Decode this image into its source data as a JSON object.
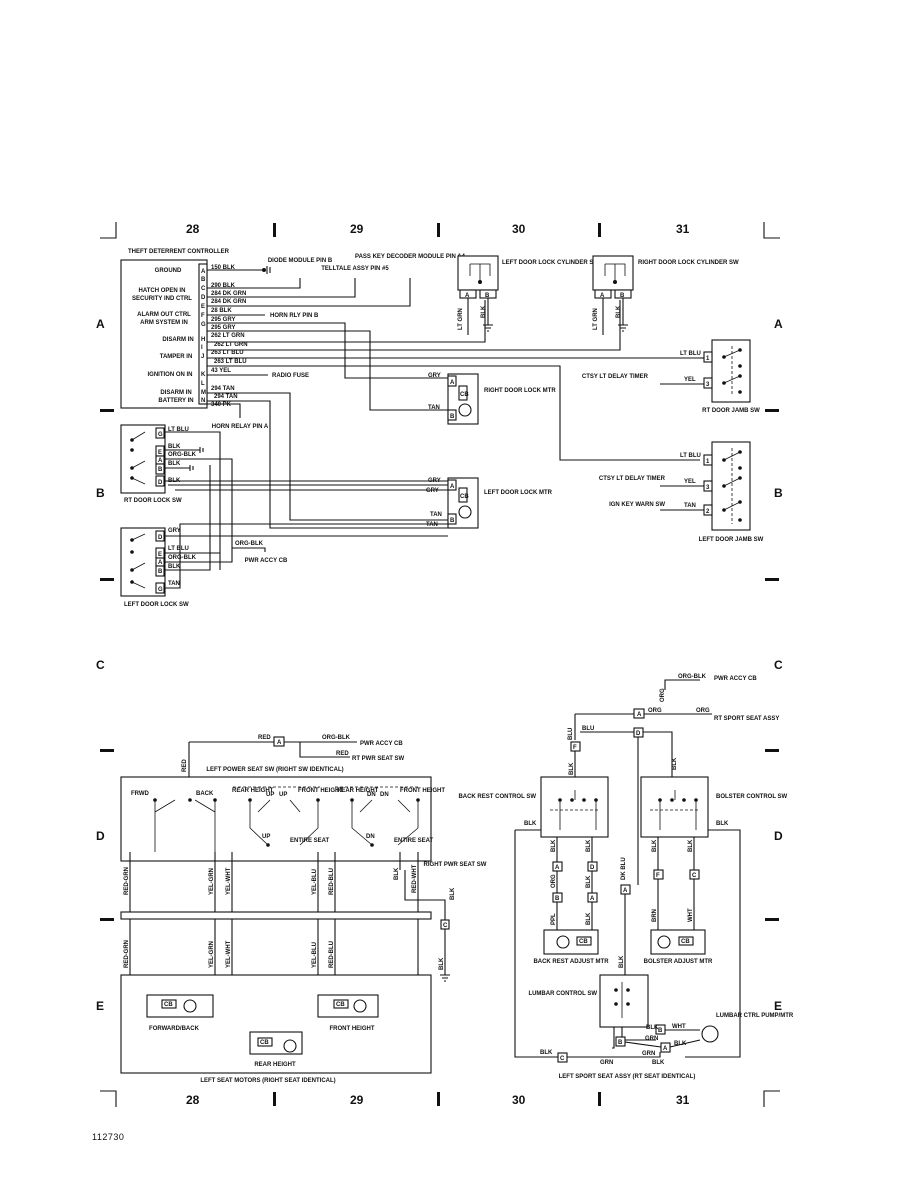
{
  "grid": {
    "columns_top": [
      "28",
      "29",
      "30",
      "31"
    ],
    "columns_bottom": [
      "28",
      "29",
      "30",
      "31"
    ],
    "rows_left": [
      "A",
      "B",
      "C",
      "D",
      "E"
    ],
    "rows_right": [
      "A",
      "B",
      "C",
      "D",
      "E"
    ]
  },
  "figure_id": "112730",
  "controller": {
    "title": "THEFT DETERRENT CONTROLLER",
    "functions": [
      "GROUND",
      "HATCH OPEN IN",
      "SECURITY IND CTRL",
      "ALARM OUT CTRL",
      "ARM SYSTEM IN",
      "DISARM IN",
      "TAMPER IN",
      "IGNITION ON IN",
      "DISARM IN",
      "BATTERY IN"
    ],
    "pins": [
      "A",
      "B",
      "C",
      "D",
      "E",
      "F",
      "G",
      "H",
      "I",
      "J",
      "K",
      "L",
      "M",
      "N"
    ],
    "wires": [
      "150 BLK",
      "290 BLK",
      "284 DK GRN",
      "284 DK GRN",
      "28 BLK",
      "295 GRY",
      "295 GRY",
      "262 LT GRN",
      "262 LT GRN",
      "263 LT BLU",
      "263 LT BLU",
      "43 YEL",
      "294 TAN",
      "294 TAN",
      "340 PK"
    ]
  },
  "connectors_top": {
    "diode_module": "DIODE MODULE PIN B",
    "telltale": "TELLTALE ASSY PIN #5",
    "pass_key": "PASS KEY DECODER MODULE PIN A4",
    "horn_rly": "HORN RLY PIN B",
    "radio_fuse": "RADIO FUSE",
    "horn_relay_a": "HORN RELAY PIN A"
  },
  "switches": {
    "left_cyl": "LEFT DOOR LOCK CYLINDER SW",
    "right_cyl": "RIGHT DOOR LOCK CYLINDER SW",
    "rt_door_lock": "RT DOOR LOCK SW",
    "left_door_lock": "LEFT DOOR LOCK SW",
    "right_door_lock_mtr": "RIGHT DOOR LOCK MTR",
    "left_door_lock_mtr": "LEFT DOOR LOCK MTR",
    "rt_jamb": "RT DOOR JAMB SW",
    "left_jamb": "LEFT DOOR JAMB SW",
    "ctsy_lt_delay": "CTSY LT DELAY TIMER",
    "ign_key_warn": "IGN KEY WARN SW",
    "pwr_accy_cb": "PWR ACCY CB"
  },
  "wire_colors": {
    "lt_grn": "LT GRN",
    "blk": "BLK",
    "lt_blu": "LT BLU",
    "yel": "YEL",
    "gry": "GRY",
    "tan": "TAN",
    "org_blk": "ORG-BLK",
    "red": "RED",
    "blu": "BLU",
    "org": "ORG",
    "dk_blu": "DK BLU",
    "ppl": "PPL",
    "brn": "BRN",
    "wht": "WHT",
    "grn": "GRN",
    "red_grn": "RED-GRN",
    "yel_grn": "YEL-GRN",
    "yel_wht": "YEL-WHT",
    "yel_blu": "YEL-BLU",
    "red_blu": "RED-BLU",
    "red_wht": "RED-WHT"
  },
  "pin_letters": {
    "a": "A",
    "b": "B",
    "c": "C",
    "d": "D",
    "e": "E",
    "f": "F",
    "g": "G",
    "cb": "CB",
    "n1": "1",
    "n2": "2",
    "n3": "3"
  },
  "seat_left": {
    "pwr_accy": "PWR ACCY CB",
    "rt_pwr_seat": "RT PWR SEAT SW",
    "switch_title": "LEFT POWER SEAT SW (RIGHT SW IDENTICAL)",
    "frwd": "FRWD",
    "back": "BACK",
    "rear_height": "REAR HEIGHT",
    "up": "UP",
    "front_height": "FRONT HEIGHT",
    "dn": "DN",
    "entire_seat": "ENTIRE SEAT",
    "right_pwr_seat_sw": "RIGHT PWR SEAT SW",
    "motor_fb": "FORWARD/BACK",
    "motor_fh": "FRONT HEIGHT",
    "motor_rh": "REAR HEIGHT",
    "motors_title": "LEFT SEAT MOTORS (RIGHT SEAT IDENTICAL)"
  },
  "seat_sport": {
    "pwr_accy": "PWR ACCY CB",
    "rt_sport": "RT SPORT SEAT ASSY",
    "back_rest_ctrl": "BACK REST CONTROL SW",
    "bolster_ctrl": "BOLSTER CONTROL SW",
    "back_rest_mtr": "BACK REST ADJUST MTR",
    "bolster_mtr": "BOLSTER ADJUST MTR",
    "lumbar_ctrl": "LUMBAR CONTROL SW",
    "lumbar_pump": "LUMBAR CTRL PUMP/MTR",
    "title": "LEFT SPORT SEAT ASSY (RT SEAT IDENTICAL)"
  }
}
